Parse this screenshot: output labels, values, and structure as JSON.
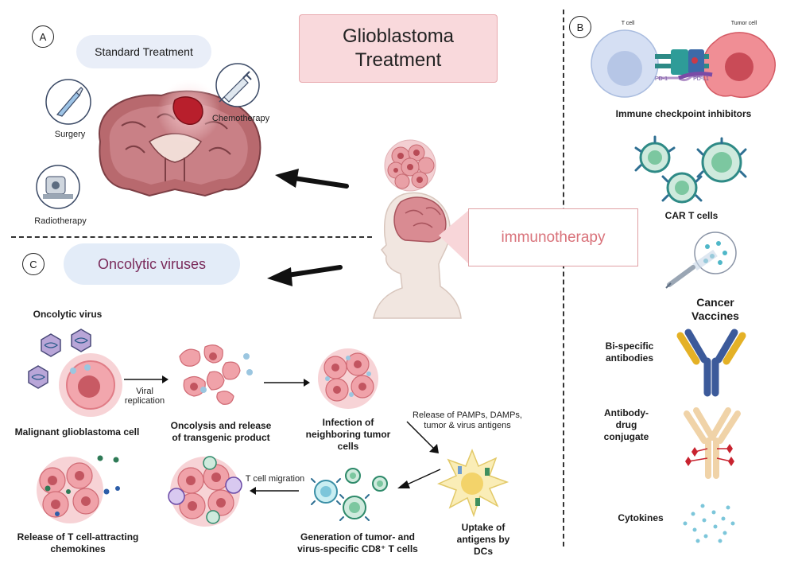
{
  "title": {
    "line1": "Glioblastoma",
    "line2": "Treatment"
  },
  "immunotherapy_label": "immunotherapy",
  "panel_a": {
    "letter": "A",
    "heading": "Standard Treatment",
    "surgery": "Surgery",
    "chemotherapy": "Chemotherapy",
    "radiotherapy": "Radiotherapy"
  },
  "panel_b": {
    "letter": "B",
    "t_cell": "T cell",
    "tumor_cell": "Tumor cell",
    "pd1": "PD-1",
    "pdl1": "PD-L1",
    "checkpoint": "Immune checkpoint inhibitors",
    "car_t": "CAR T cells",
    "vaccines_line1": "Cancer",
    "vaccines_line2": "Vaccines",
    "bispecific_line1": "Bi-specific",
    "bispecific_line2": "antibodies",
    "adc_line1": "Antibody-",
    "adc_line2": "drug",
    "adc_line3": "conjugate",
    "cytokines": "Cytokines"
  },
  "panel_c": {
    "letter": "C",
    "heading": "Oncolytic viruses",
    "oncolytic_virus": "Oncolytic virus",
    "viral_line1": "Viral",
    "viral_line2": "replication",
    "malignant_cell": "Malignant glioblastoma cell",
    "oncolysis_line1": "Oncolysis and release",
    "oncolysis_line2": "of transgenic product",
    "infection_line1": "Infection of",
    "infection_line2": "neighboring tumor",
    "infection_line3": "cells",
    "release_line1": "Release of PAMPs, DAMPs,",
    "release_line2": "tumor & virus antigens",
    "uptake_line1": "Uptake of",
    "uptake_line2": "antigens by",
    "uptake_line3": "DCs",
    "generation_line1": "Generation of tumor- and",
    "generation_line2": "virus-specific CD8⁺ T cells",
    "migration": "T cell migration",
    "chemokines_line1": "Release of T cell-attracting",
    "chemokines_line2": "chemokines"
  },
  "colors": {
    "title_bg": "#f9d9dc",
    "immuno_text": "#d9727a",
    "oncolytic_pill": "#e3ecf8",
    "oncolytic_text": "#7a2a5a",
    "tumor_pink": "#e98b93",
    "tcell_green": "#7cc7a0"
  }
}
